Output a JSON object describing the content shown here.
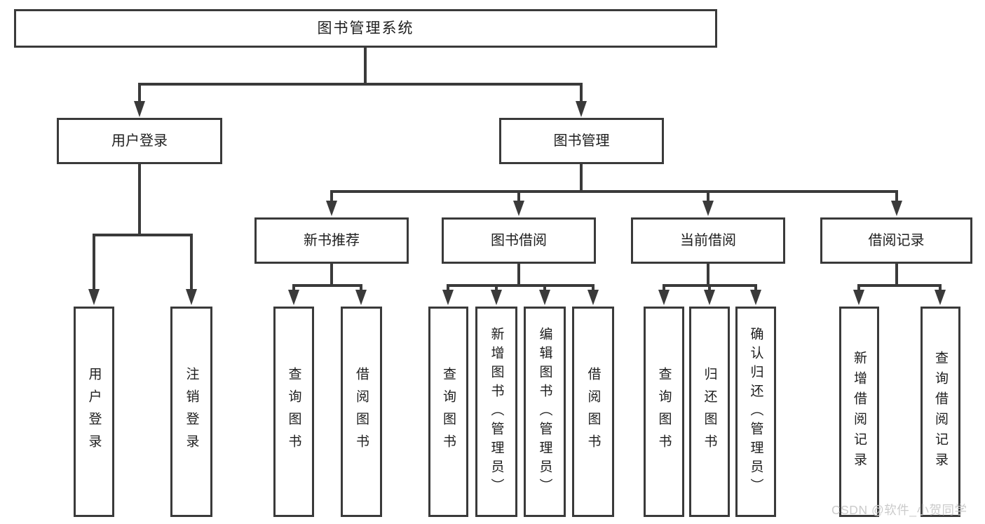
{
  "diagram": {
    "title": "图书管理系统",
    "colors": {
      "border": "#3a3a3a",
      "line": "#3a3a3a",
      "text": "#1e1e1e",
      "watermark": "#cbcbcb",
      "background": "#ffffff"
    },
    "nodes": {
      "root": "图书管理系统",
      "user_login": "用户登录",
      "book_management": "图书管理",
      "new_book_recommend": "新书推荐",
      "book_borrowing": "图书借阅",
      "current_borrowing": "当前借阅",
      "borrowing_records": "借阅记录",
      "leaf_user_login": "用户登录",
      "leaf_logout": "注销登录",
      "leaf_query_books_1": "查询图书",
      "leaf_borrow_books_1": "借阅图书",
      "leaf_query_books_2": "查询图书",
      "leaf_add_books_admin": "新增图书（管理员）",
      "leaf_edit_books_admin": "编辑图书（管理员）",
      "leaf_borrow_books_2": "借阅图书",
      "leaf_query_books_3": "查询图书",
      "leaf_return_books": "归还图书",
      "leaf_confirm_return_admin": "确认归还（管理员）",
      "leaf_add_borrow_record": "新增借阅记录",
      "leaf_query_borrow_record": "查询借阅记录"
    },
    "watermark": "CSDN @软件_小贺同学"
  }
}
